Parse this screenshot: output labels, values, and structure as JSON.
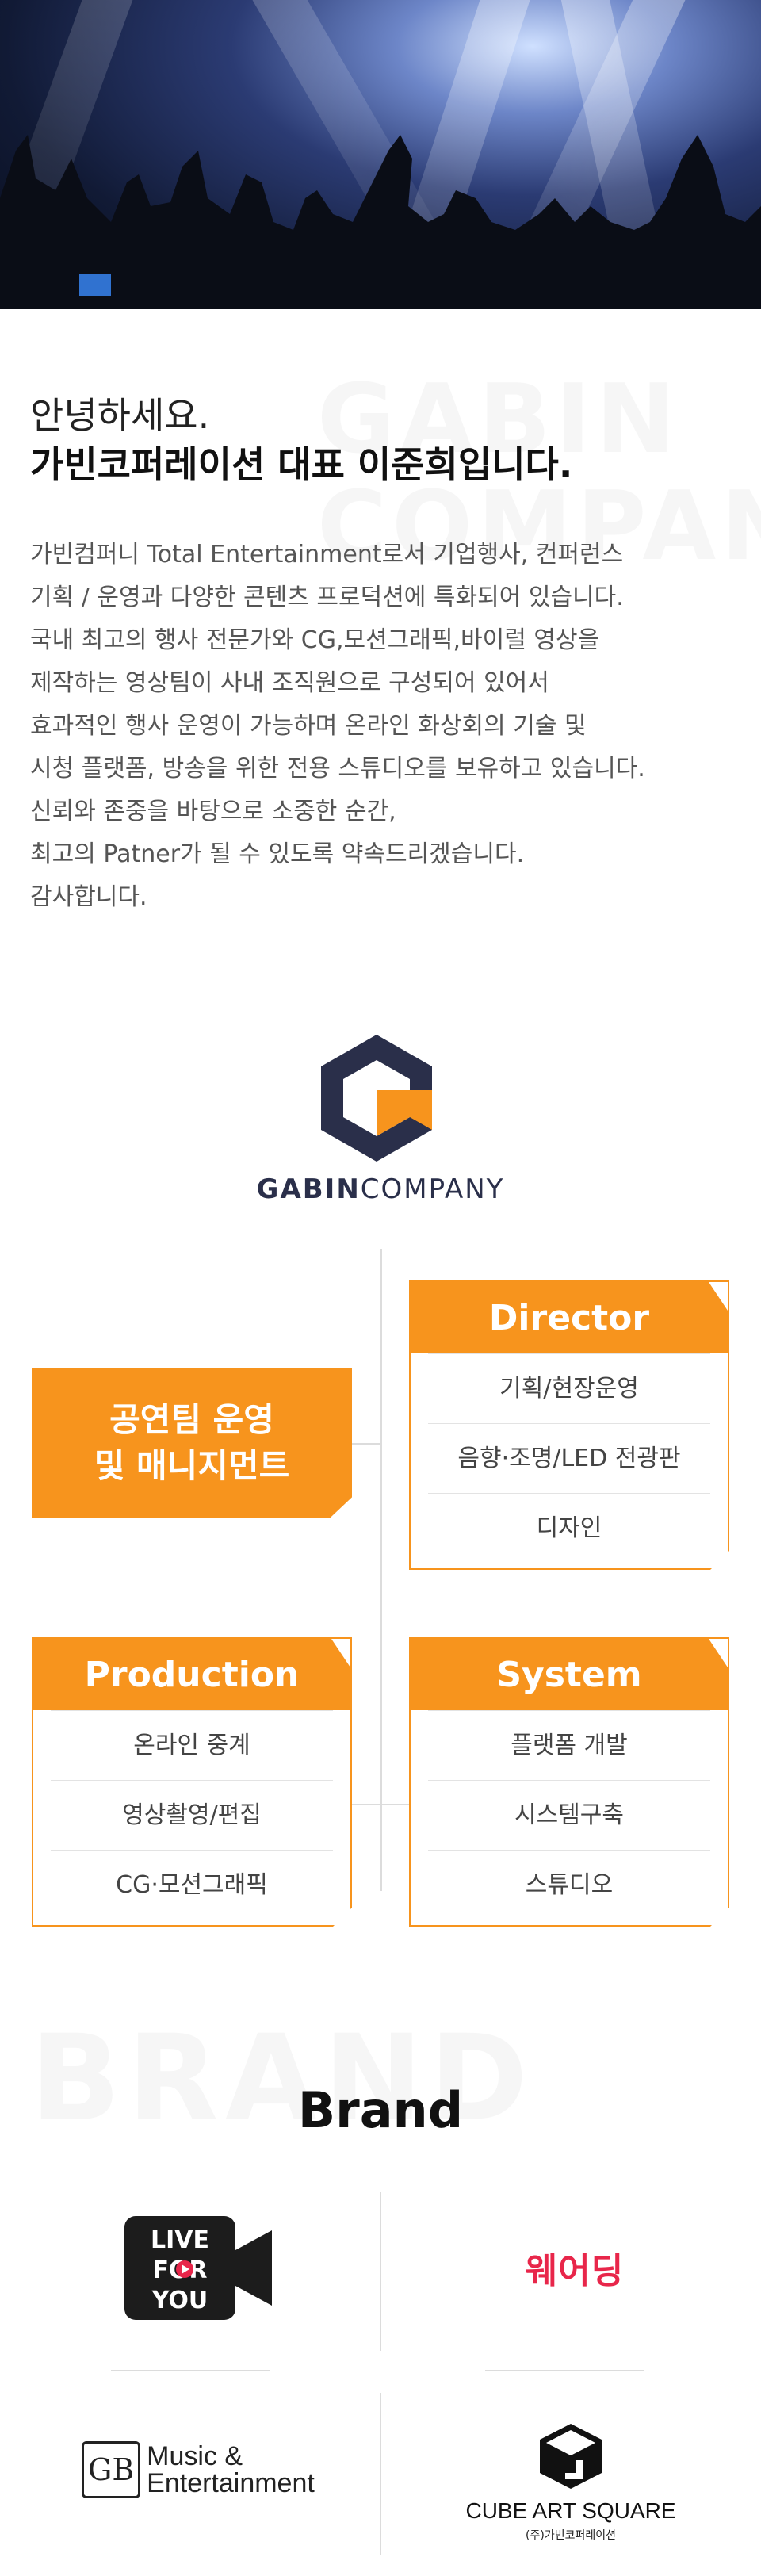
{
  "intro": {
    "watermark_line1": "GABIN",
    "watermark_line2": "COMPANY",
    "greeting": "안녕하세요.",
    "ceo_line": "가빈코퍼레이션 대표 이준희입니다.",
    "paragraph": [
      "가빈컴퍼니 Total Entertainment로서 기업행사, 컨퍼런스",
      "기획 / 운영과 다양한 콘텐츠 프로덕션에 특화되어 있습니다.",
      "국내 최고의 행사 전문가와 CG,모션그래픽,바이럴 영상을",
      "제작하는 영상팀이 사내 조직원으로 구성되어 있어서",
      "효과적인 행사 운영이 가능하며 온라인 화상회의 기술 및",
      "시청 플랫폼, 방송을 위한 전용 스튜디오를 보유하고 있습니다.",
      "신뢰와 존중을 바탕으로 소중한 순간,",
      "최고의 Patner가 될 수 있도록 약속드리겠습니다.",
      "감사합니다."
    ]
  },
  "org": {
    "logo_bold": "GABIN",
    "logo_light": "COMPANY",
    "main_line1": "공연팀 운영",
    "main_line2": "및 매니지먼트",
    "director": {
      "title": "Director",
      "items": [
        "기획/현장운영",
        "음향·조명/LED 전광판",
        "디자인"
      ]
    },
    "production": {
      "title": "Production",
      "items": [
        "온라인 중계",
        "영상촬영/편집",
        "CG·모션그래픽"
      ]
    },
    "system": {
      "title": "System",
      "items": [
        "플랫폼 개발",
        "시스템구축",
        "스튜디오"
      ]
    }
  },
  "brand": {
    "watermark": "BRAND",
    "title": "Brand",
    "live_for_you": [
      "LIVE",
      "FOR",
      "YOU"
    ],
    "wedding": "웨어딩",
    "gb_mark": "GB",
    "gb_line1": "Music &",
    "gb_line2": "Entertainment",
    "cube_name": "CUBE ART SQUARE",
    "cube_sub": "(주)가빈코퍼레이션"
  },
  "colors": {
    "accent": "#f7941d",
    "navy": "#2a2f4a",
    "wedding": "#e8264a"
  }
}
